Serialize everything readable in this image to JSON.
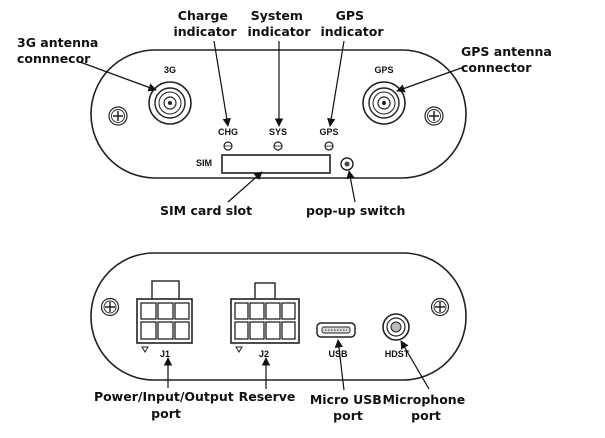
{
  "top_panel": {
    "labels": {
      "antenna_3g": "3G",
      "antenna_gps": "GPS",
      "led_chg": "CHG",
      "led_sys": "SYS",
      "led_gps": "GPS",
      "sim": "SIM"
    },
    "callouts": {
      "antenna_3g": [
        "3G antenna",
        "connnecor"
      ],
      "charge": [
        "Charge",
        "indicator"
      ],
      "system": [
        "System",
        "indicator"
      ],
      "gps_ind": [
        "GPS",
        "indicator"
      ],
      "gps_antenna": [
        "GPS antenna",
        "connector"
      ],
      "sim_slot": [
        "SIM card slot"
      ],
      "popup": [
        "pop-up switch"
      ]
    }
  },
  "bottom_panel": {
    "labels": {
      "j1": "J1",
      "j2": "J2",
      "usb": "USB",
      "hdst": "HDST"
    },
    "callouts": {
      "power": [
        "Power/Input/Output",
        "port"
      ],
      "reserve": [
        "Reserve"
      ],
      "micro_usb": [
        "Micro USB",
        "port"
      ],
      "microphone": [
        "Microphone",
        "port"
      ]
    }
  }
}
